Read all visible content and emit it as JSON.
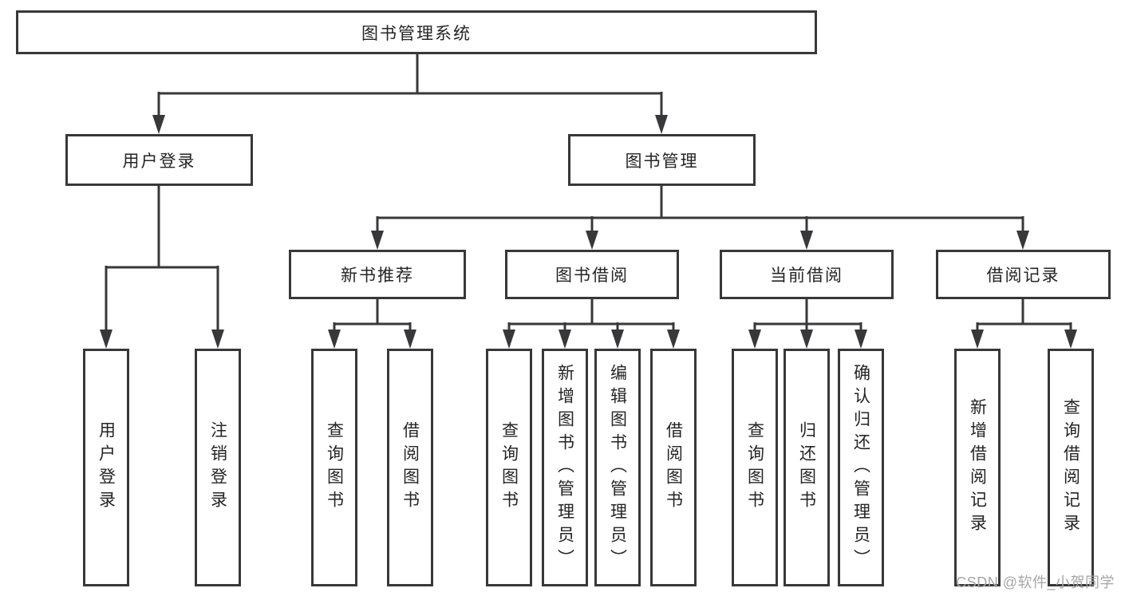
{
  "diagram": {
    "root": {
      "label": "图书管理系统"
    },
    "branches": [
      {
        "label": "用户登录",
        "children": [
          {
            "label": "用户登录"
          },
          {
            "label": "注销登录"
          }
        ]
      },
      {
        "label": "图书管理",
        "modules": [
          {
            "label": "新书推荐",
            "children": [
              {
                "label": "查询图书"
              },
              {
                "label": "借阅图书"
              }
            ]
          },
          {
            "label": "图书借阅",
            "children": [
              {
                "label": "查询图书"
              },
              {
                "label": "新增图书（管理员）"
              },
              {
                "label": "编辑图书（管理员）"
              },
              {
                "label": "借阅图书"
              }
            ]
          },
          {
            "label": "当前借阅",
            "children": [
              {
                "label": "查询图书"
              },
              {
                "label": "归还图书"
              },
              {
                "label": "确认归还（管理员）"
              }
            ]
          },
          {
            "label": "借阅记录",
            "children": [
              {
                "label": "新增借阅记录"
              },
              {
                "label": "查询借阅记录"
              }
            ]
          }
        ]
      }
    ]
  },
  "watermark": "CSDN @软件_小贺同学",
  "colors": {
    "line": "#38383a",
    "text": "#242426",
    "watermark": "#a6a6a6",
    "background": "#ffffff"
  }
}
